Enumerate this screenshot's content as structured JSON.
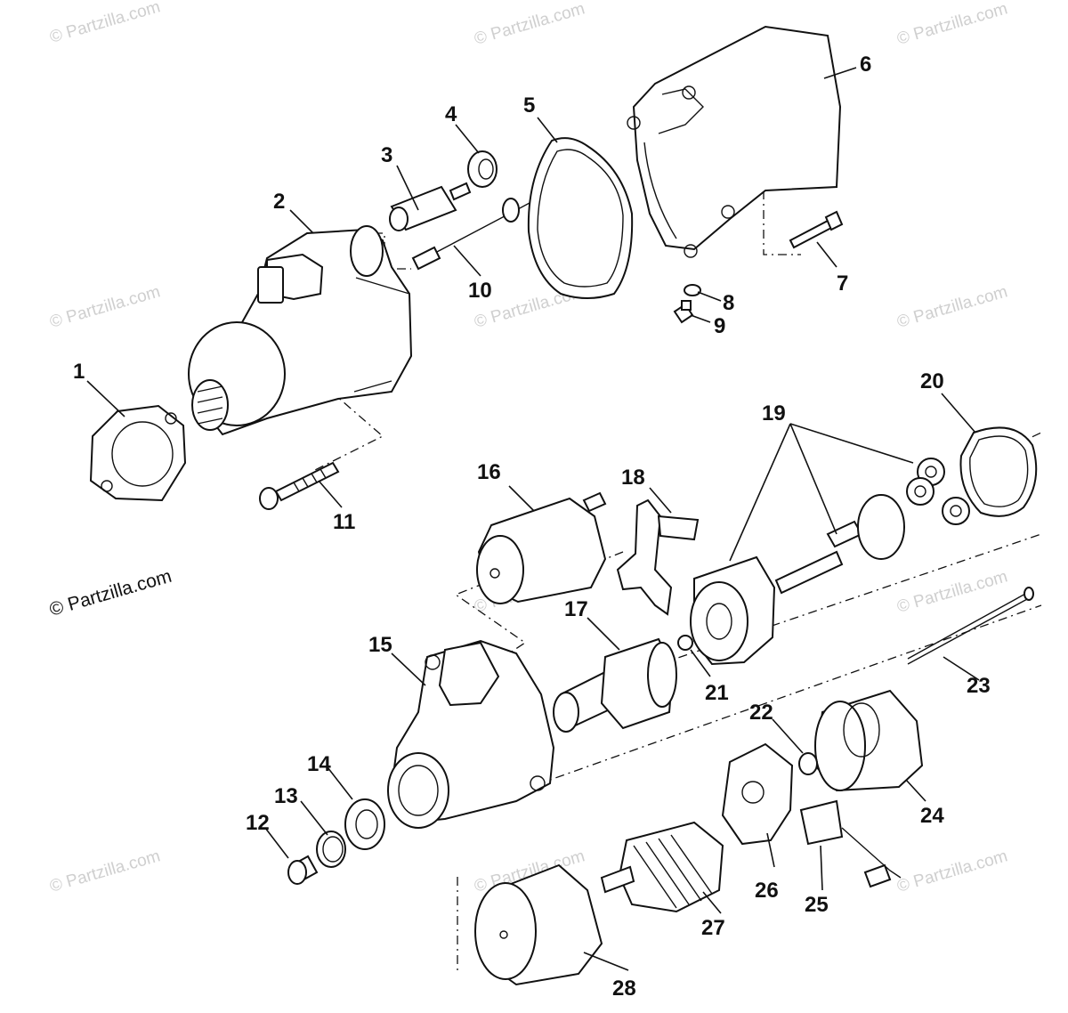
{
  "watermarks": {
    "corner": "© Partzilla.com",
    "main": "© Partzilla.com"
  },
  "callouts": [
    "1",
    "2",
    "3",
    "4",
    "5",
    "6",
    "7",
    "8",
    "9",
    "10",
    "11",
    "12",
    "13",
    "14",
    "15",
    "16",
    "17",
    "18",
    "19",
    "20",
    "21",
    "22",
    "23",
    "24",
    "25",
    "26",
    "27",
    "28"
  ]
}
